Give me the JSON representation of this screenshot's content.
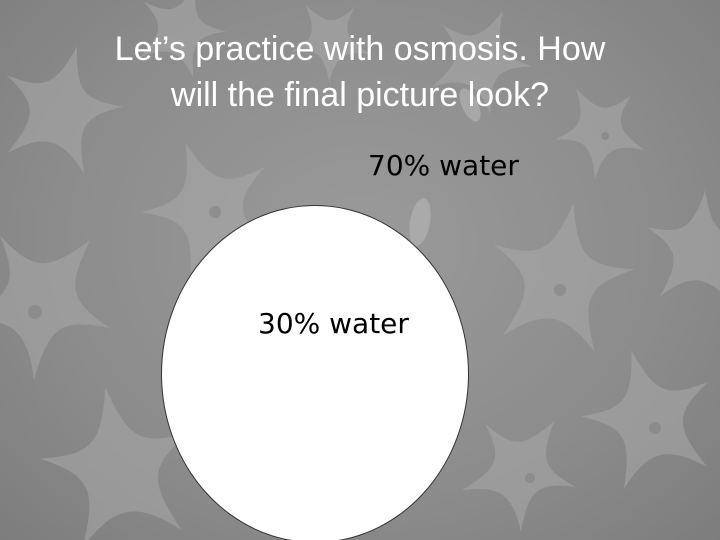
{
  "slide": {
    "title_line_1": "Let’s practice with osmosis.  How",
    "title_line_2": "will the final picture look?",
    "outside_label": "70% water",
    "inside_label": "30% water",
    "background_image": "starfish-shaped-cells-pattern",
    "colors": {
      "background": "#8f8f8f",
      "title_text": "#ffffff",
      "label_text": "#000000",
      "cell_fill": "#ffffff",
      "cell_outline": "#333333"
    }
  }
}
